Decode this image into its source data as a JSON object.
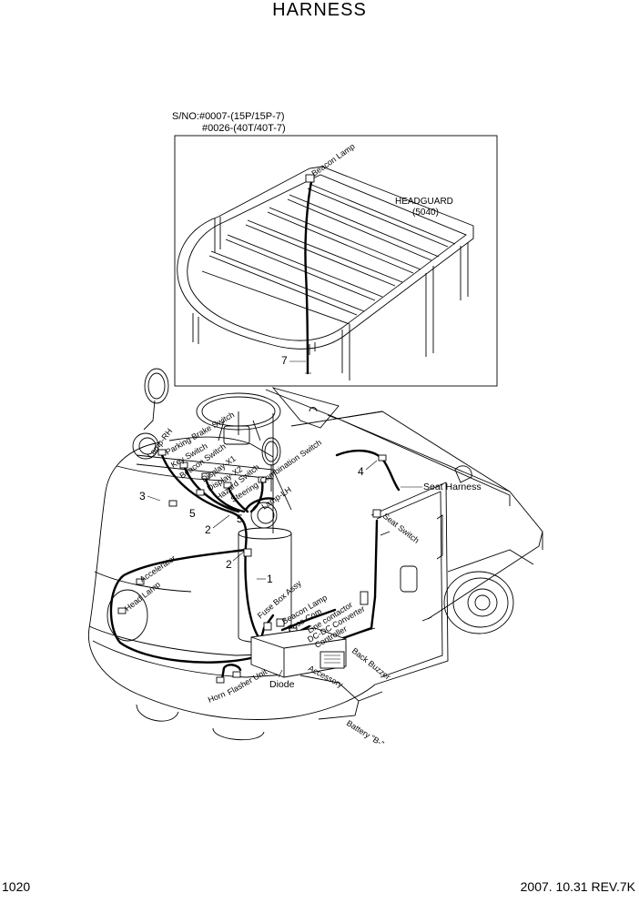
{
  "page": {
    "title": "HARNESS",
    "page_number": "1020",
    "revision": "2007. 10.31  REV.7K"
  },
  "inset": {
    "sno_line1": "S/NO:#0007-(15P/15P-7)",
    "sno_line2": "#0026-(40T/40T-7)",
    "headguard_label": "HEADGUARD",
    "headguard_code": "(5040)",
    "beacon_lamp": "Beacon Lamp",
    "callout_7": "7"
  },
  "callouts": {
    "c1": "1",
    "c2a": "2",
    "c2b": "2",
    "c3": "3",
    "c4": "4",
    "c5a": "5",
    "c5b": "5"
  },
  "labels": {
    "lamp_rh": "Lamp-RH",
    "parking_brake_switch": "Parking Brake Switch",
    "key_switch": "Key Switch",
    "beacon_switch": "Beacon Switch",
    "display_x1": "Display-X1",
    "display_x2": "Display-X2",
    "hazard_switch": "Hazard Switch",
    "steering": "Steering",
    "combination_switch": "Combination Switch",
    "lamp_lh": "Lamp-LH",
    "seat_harness": "Seat Harness",
    "seat_switch": "Seat Switch",
    "accelerator": "Accelerator",
    "head_lamp": "Head Lamp",
    "fuse_box_assy": "Fuse Box Assy",
    "beacon_lamp": "Beacon Lamp",
    "fuse_com": "Fuse Com",
    "line_contactor": "Line contactor",
    "dc_dc_converter": "DC-DC Converter",
    "controller": "Controller",
    "back_buzzer": "Back Buzzer",
    "accessory": "Accessory",
    "diode": "Diode",
    "horn": "Horn",
    "flasher_unit": "Flasher Unit",
    "battery": "Battery \"B-\""
  }
}
